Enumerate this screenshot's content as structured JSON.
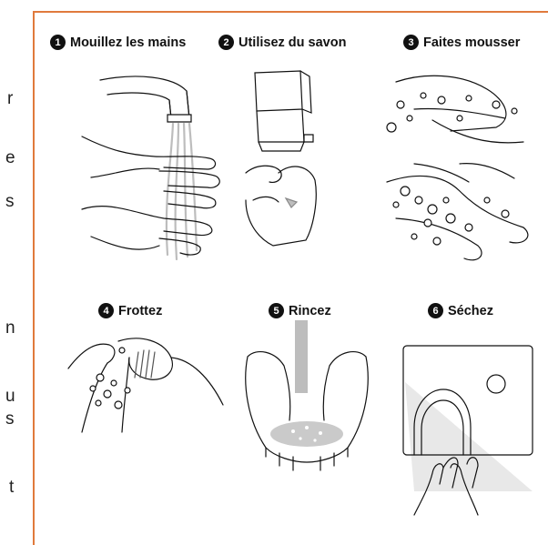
{
  "left_fragments": [
    "r",
    "e",
    "s",
    "n",
    "u",
    "s",
    "t"
  ],
  "steps": [
    {
      "number": "1",
      "label": "Mouillez les mains",
      "icon": "faucet-hands-icon"
    },
    {
      "number": "2",
      "label": "Utilisez du savon",
      "icon": "soap-dispenser-icon"
    },
    {
      "number": "3",
      "label": "Faites mousser",
      "icon": "lathering-hands-icon"
    },
    {
      "number": "4",
      "label": "Frottez",
      "icon": "scrubbing-hands-icon"
    },
    {
      "number": "5",
      "label": "Rincez",
      "icon": "rinsing-hands-icon"
    },
    {
      "number": "6",
      "label": "Séchez",
      "icon": "hand-dryer-icon"
    }
  ],
  "colors": {
    "frame_border": "#e07a3c",
    "ink": "#111111",
    "water": "#bdbdbd"
  }
}
